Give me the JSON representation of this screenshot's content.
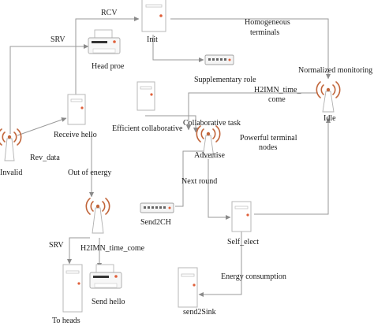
{
  "labels": {
    "rcv": "RCV",
    "init": "Init",
    "homogeneous": "Homogeneous",
    "terminals": "terminals",
    "srv_top": "SRV",
    "head_proe": "Head proe",
    "normalized_monitoring": "Normalized monitoring",
    "supplementary_role": "Supplementary role",
    "h2imn_time_top": "H2IMN_time_",
    "come_top": "come",
    "idle": "Idle",
    "receive_hello": "Receive hello",
    "efficient_collaborative": "Efficient collaborative",
    "collaborative_task": "Collaborative task",
    "powerful_terminal": "Powerful terminal",
    "nodes": "nodes",
    "rev_data": "Rev_data",
    "invalid": "Invalid",
    "advertise": "Advertise",
    "out_of_energy": "Out of energy",
    "next_round": "Next round",
    "send2ch": "Send2CH",
    "self_elect": "Self_elect",
    "srv_bottom": "SRV",
    "h2imn_time_come": "H2IMN_time_come",
    "energy_consumption": "Energy consumption",
    "send_hello": "Send hello",
    "send2sink": "send2Sink",
    "to_heads": "To heads"
  },
  "icons": {
    "server": "server-tower-icon",
    "antenna": "wireless-antenna-icon",
    "printer": "printer-icon",
    "switch": "network-switch-icon"
  },
  "colors": {
    "wave": "#c1653a",
    "led": "#e0603a",
    "line": "#9a9a9a"
  }
}
